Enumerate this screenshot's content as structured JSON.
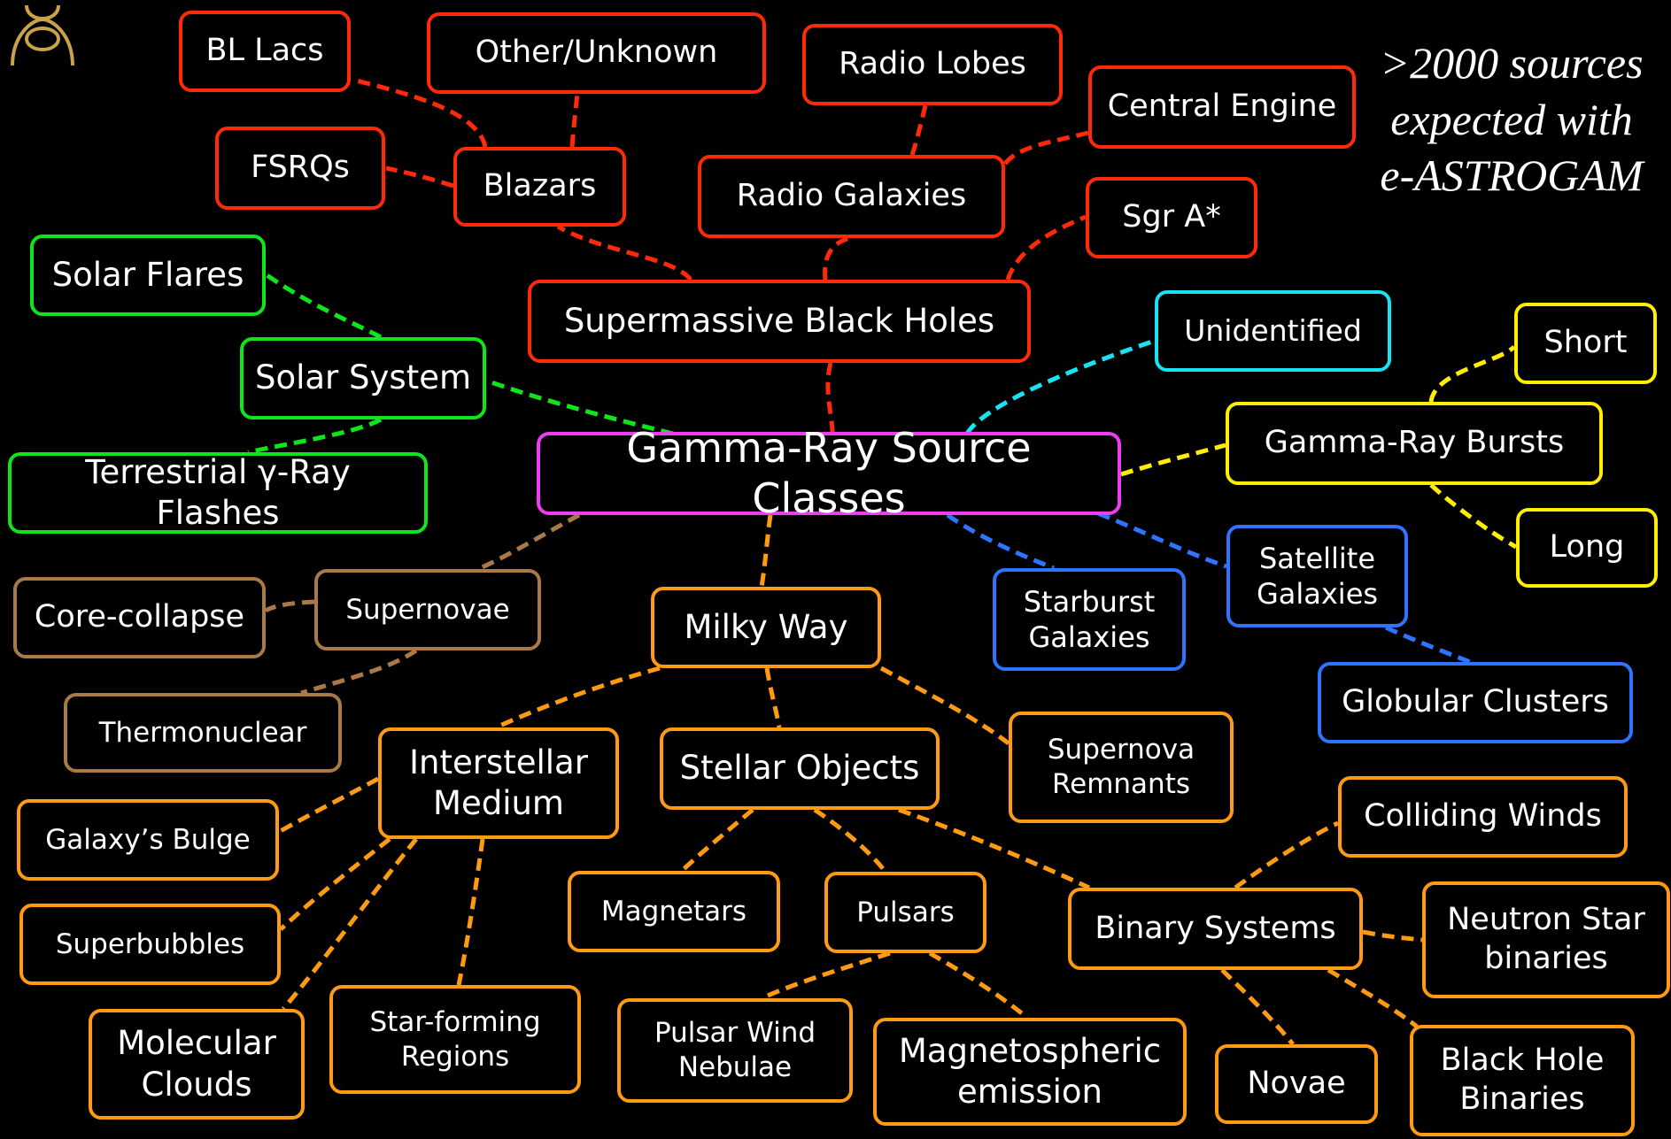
{
  "diagram": {
    "root": "Gamma-Ray Source Classes",
    "note": ">2000 sources\nexpected with\ne-ASTROGAM",
    "colors": {
      "red": "#ff2a0a",
      "green": "#0ee61a",
      "cyan": "#16e4f2",
      "yellow": "#ffee00",
      "blue": "#2e74ff",
      "brown": "#a97a48",
      "orange": "#ff9b12",
      "magenta": "#ee3cf0"
    },
    "nodes": {
      "root": "Gamma-Ray Source Classes",
      "smbh": "Supermassive Black Holes",
      "blazars": "Blazars",
      "bllacs": "BL Lacs",
      "fsrqs": "FSRQs",
      "other": "Other/Unknown",
      "radiogal": "Radio Galaxies",
      "radiolobes": "Radio Lobes",
      "central": "Central Engine",
      "sgra": "Sgr A*",
      "solarsys": "Solar System",
      "solarflares": "Solar Flares",
      "tgf": "Terrestrial γ-Ray Flashes",
      "unident": "Unidentified",
      "grb": "Gamma-Ray Bursts",
      "short": "Short",
      "long": "Long",
      "satgal": "Satellite\nGalaxies",
      "starburst": "Starburst\nGalaxies",
      "globular": "Globular Clusters",
      "supernovae": "Supernovae",
      "corecollapse": "Core-collapse",
      "thermonuclear": "Thermonuclear",
      "milkyway": "Milky Way",
      "ism": "Interstellar\nMedium",
      "stellar": "Stellar Objects",
      "snr": "Supernova\nRemnants",
      "bulge": "Galaxy’s Bulge",
      "superbubbles": "Superbubbles",
      "molclouds": "Molecular\nClouds",
      "starforming": "Star-forming\nRegions",
      "magnetars": "Magnetars",
      "pulsars": "Pulsars",
      "pwn": "Pulsar Wind\nNebulae",
      "magnetospheric": "Magnetospheric\nemission",
      "binary": "Binary Systems",
      "colliding": "Colliding Winds",
      "nsbinaries": "Neutron Star\nbinaries",
      "novae": "Novae",
      "bhbinaries": "Black Hole\nBinaries"
    }
  }
}
